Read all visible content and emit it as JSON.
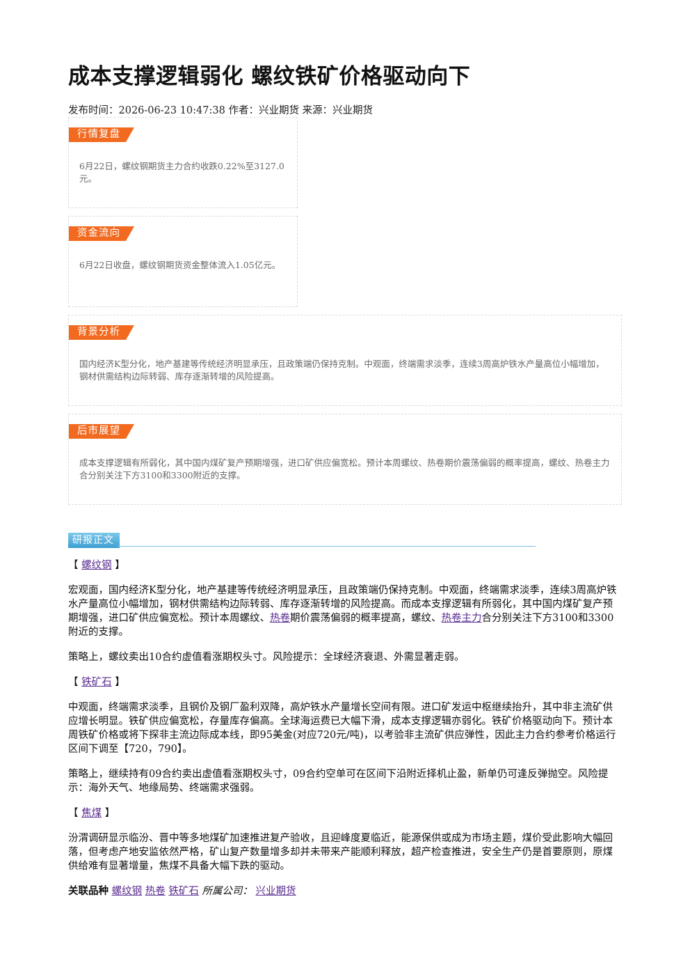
{
  "article": {
    "title": "成本支撑逻辑弱化 螺纹铁矿价格驱动向下",
    "meta": "发布时间：2026-06-23 10:47:38 作者：兴业期货 来源：兴业期货"
  },
  "summary": [
    {
      "label": "行情复盘",
      "text": "6月22日，螺纹钢期货主力合约收跌0.22%至3127.0元。"
    },
    {
      "label": "资金流向",
      "text": "6月22日收盘，螺纹钢期货资金整体流入1.05亿元。"
    },
    {
      "label": "背景分析",
      "text": "国内经济K型分化，地产基建等传统经济明显承压，且政策端仍保持克制。中观面，终端需求淡季，连续3周高炉铁水产量高位小幅增加，钢材供需结构边际转弱、库存逐渐转增的风险提高。"
    },
    {
      "label": "后市展望",
      "text": "成本支撑逻辑有所弱化，其中国内煤矿复产预期增强，进口矿供应偏宽松。预计本周螺纹、热卷期价震荡偏弱的概率提高，螺纹、热卷主力合分别关注下方3100和3300附近的支撑。"
    }
  ],
  "report": {
    "label": "研报正文",
    "sections": {
      "rebar": {
        "open": "【",
        "name": "螺纹钢",
        "close": "】",
        "p1_a": "宏观面，国内经济K型分化，地产基建等传统经济明显承压，且政策端仍保持克制。中观面，终端需求淡季，连续3周高炉铁水产量高位小幅增加，钢材供需结构边际转弱、库存逐渐转增的风险提高。而成本支撑逻辑有所弱化，其中国内煤矿复产预期增强，进口矿供应偏宽松。预计本周螺纹、",
        "p1_link1": "热卷",
        "p1_b": "期价震荡偏弱的概率提高，螺纹、",
        "p1_link2": "热卷主力",
        "p1_c": "合分别关注下方3100和3300附近的支撑。",
        "p2": "策略上，螺纹卖出10合约虚值看涨期权头寸。风险提示：全球经济衰退、外需显著走弱。"
      },
      "iron": {
        "open": "【",
        "name": "铁矿石",
        "close": "】",
        "p1": "中观面，终端需求淡季，且钢价及钢厂盈利双降，高炉铁水产量增长空间有限。进口矿发运中枢继续抬升，其中非主流矿供应增长明显。铁矿供应偏宽松，存量库存偏高。全球海运费已大幅下滑，成本支撑逻辑亦弱化。铁矿价格驱动向下。预计本周铁矿价格或将下探非主流边际成本线，即95美金(对应720元/吨)，以考验非主流矿供应弹性，因此主力合约参考价格运行区间下调至【720，790】。",
        "p2": "策略上，继续持有09合约卖出虚值看涨期权头寸，09合约空单可在区间下沿附近择机止盈，新单仍可逢反弹抛空。风险提示：海外天气、地缘局势、终端需求强弱。"
      },
      "coke": {
        "open": "【",
        "name": "焦煤",
        "close": "】",
        "p1": "汾渭调研显示临汾、晋中等多地煤矿加速推进复产验收，且迎峰度夏临近，能源保供或成为市场主题，煤价受此影响大幅回落，但考虑产地安监依然严格，矿山复产数量增多却并未带来产能顺利释放，超产检查推进，安全生产仍是首要原则，原煤供给难有显著增量，焦煤不具备大幅下跌的驱动。"
      }
    },
    "footer": {
      "label": "关联品种",
      "links": [
        "螺纹钢",
        "热卷",
        "铁矿石"
      ],
      "company_label": "所属公司：",
      "company": "兴业期货"
    }
  }
}
